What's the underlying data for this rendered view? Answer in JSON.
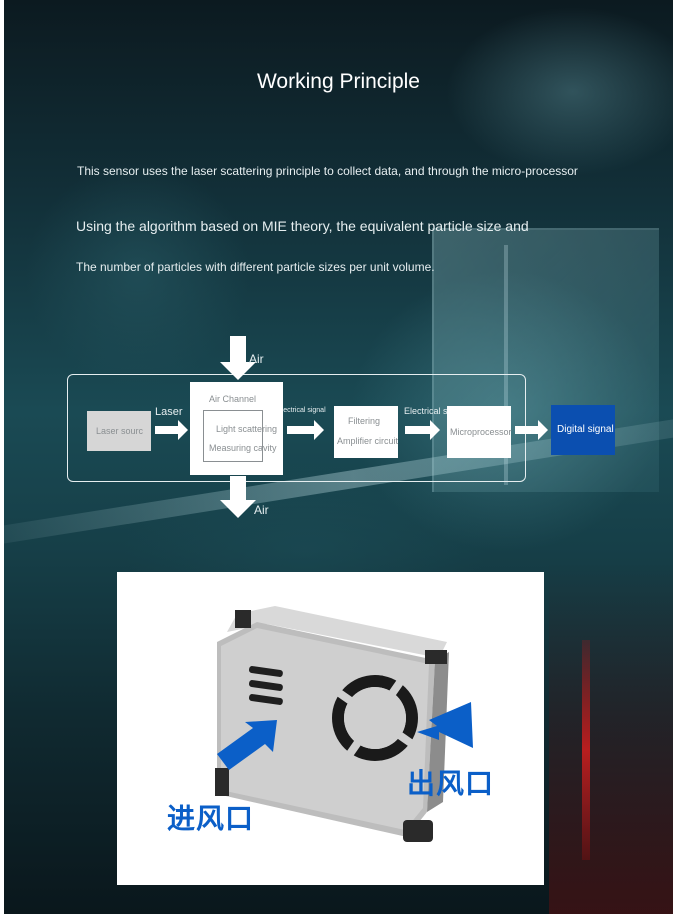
{
  "title": "Working Principle",
  "paragraphs": [
    "This sensor uses the laser scattering principle to collect data, and through the micro-processor",
    "Using the algorithm based on MIE theory, the equivalent particle size and",
    "The number of particles with different particle sizes per unit volume."
  ],
  "diagram": {
    "air_in": "Air",
    "air_out": "Air",
    "laser_arrow": "Laser",
    "electrical_signal_1": "Electrical signal",
    "electrical_signal_2": "Electrical signal",
    "laser_source": "Laser sourc",
    "air_channel": "Air Channel",
    "light_scattering": "Light scattering",
    "measuring_cavity": "Measuring cavity",
    "filtering": "Filtering",
    "amplifier": "Amplifier circuit",
    "microprocessor": "Microprocessor",
    "digital_signal": "Digital signal"
  },
  "product": {
    "inlet_label": "进风口",
    "outlet_label": "出风口",
    "accent_color": "#0b5fc8"
  }
}
